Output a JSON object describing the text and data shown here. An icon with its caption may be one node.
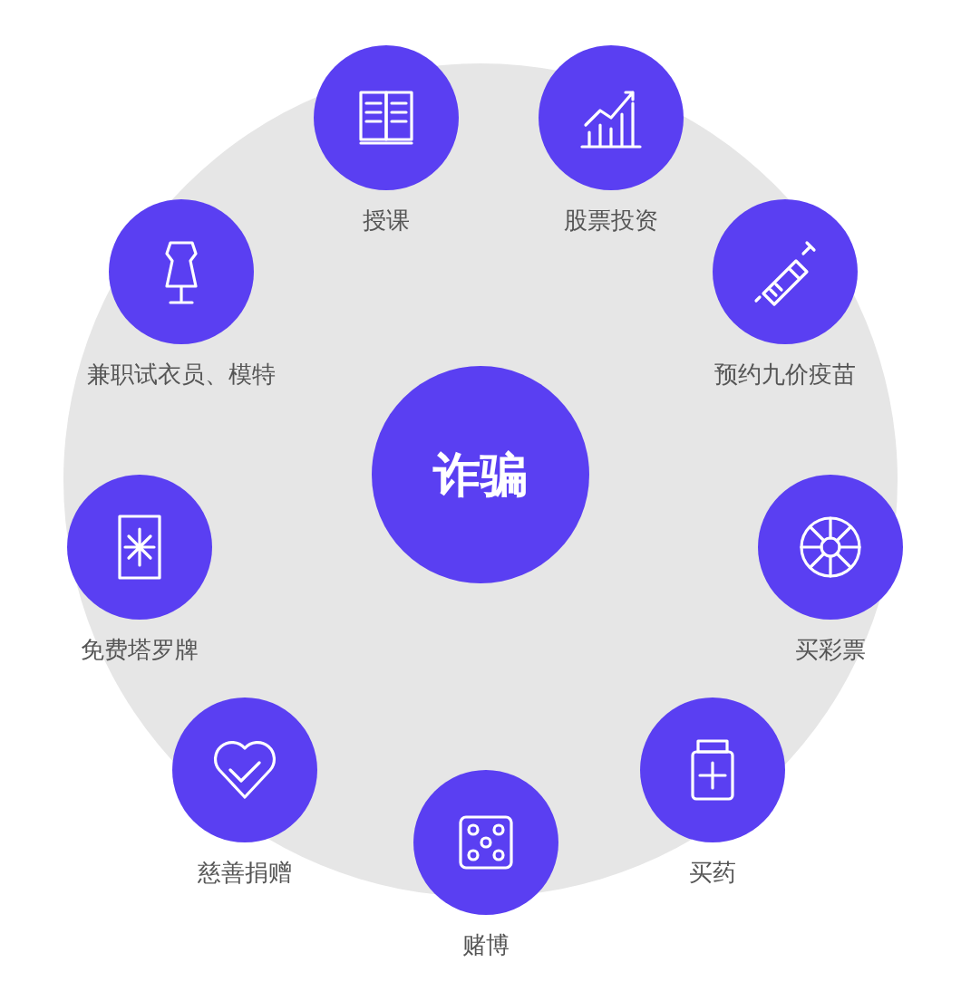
{
  "diagram": {
    "nodes": [
      {
        "text": [
          "授课"
        ]
      },
      {
        "text": [
          "股票投资"
        ]
      },
      {
        "text": [
          "兼职试衣员、模特"
        ]
      },
      {
        "text": [
          "预约九价疫苗"
        ]
      },
      {
        "text": [
          "诈骗"
        ]
      },
      {
        "text": [
          "免费塔罗牌"
        ]
      },
      {
        "text": [
          "买彩票"
        ]
      },
      {
        "text": [
          "慈善捐赠"
        ]
      },
      {
        "text": [
          "买药"
        ]
      },
      {
        "text": [
          "赌博"
        ]
      }
    ]
  }
}
